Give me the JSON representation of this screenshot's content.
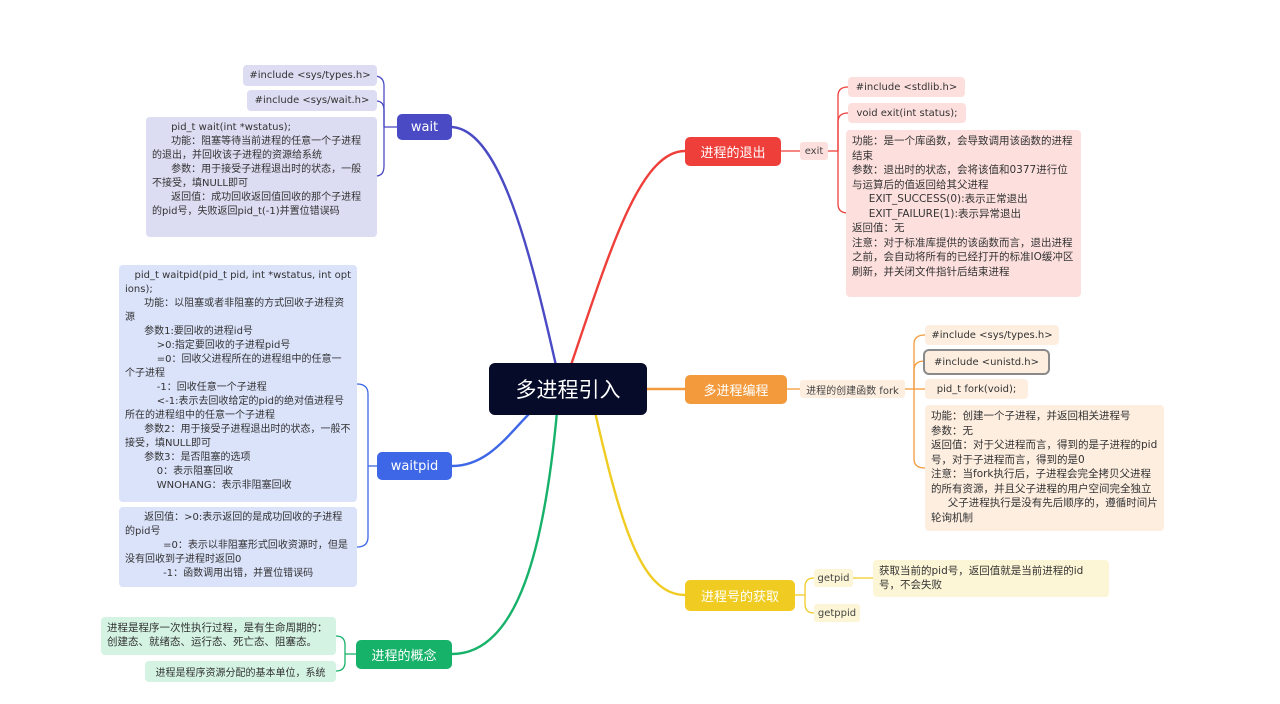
{
  "center": {
    "label": "多进程引入"
  },
  "wait": {
    "label": "wait",
    "include1": "#include <sys/types.h>",
    "include2": "#include <sys/wait.h>",
    "desc": "      pid_t wait(int *wstatus);\n      功能：阻塞等待当前进程的任意一个子进程的退出，并回收该子进程的资源给系统\n      参数：用于接受子进程退出时的状态，一般不接受，填NULL即可\n      返回值：成功回收返回值回收的那个子进程的pid号，失败返回pid_t(-1)并置位错误码",
    "color": "#4a4bc4"
  },
  "waitpid": {
    "label": "waitpid",
    "desc": "   pid_t waitpid(pid_t pid, int *wstatus, int options);\n      功能：以阻塞或者非阻塞的方式回收子进程资源\n      参数1:要回收的进程id号\n          >0:指定要回收的子进程pid号\n          =0：回收父进程所在的进程组中的任意一个子进程\n          -1：回收任意一个子进程\n          <-1:表示去回收给定的pid的绝对值进程号所在的进程组中的任意一个子进程\n      参数2：用于接受子进程退出时的状态，一般不接受，填NULL即可\n      参数3：是否阻塞的选项\n          0：表示阻塞回收\n          WNOHANG：表示非阻塞回收",
    "ret": "      返回值：>0:表示返回的是成功回收的子进程的pid号\n            =0：表示以非阻塞形式回收资源时，但是没有回收到子进程时返回0\n            -1：函数调用出错，并置位错误码",
    "color": "#3d67e6"
  },
  "concept": {
    "label": "进程的概念",
    "item1": "进程是程序一次性执行过程，是有生命周期的：创建态、就绪态、运行态、死亡态、阻塞态。",
    "item2": "进程是程序资源分配的基本单位，系统",
    "color": "#17b26a"
  },
  "exit_branch": {
    "label": "进程的退出",
    "sub": "exit",
    "include": "#include <stdlib.h>",
    "proto": "void exit(int status);",
    "desc": "功能：是一个库函数，会导致调用该函数的进程结束\n参数：退出时的状态，会将该值和0377进行位与运算后的值返回给其父进程\n     EXIT_SUCCESS(0):表示正常退出\n     EXIT_FAILURE(1):表示异常退出\n返回值：无\n注意：对于标准库提供的该函数而言，退出进程之前，会自动将所有的已经打开的标准IO缓冲区刷新，并关闭文件指针后结束进程",
    "color": "#ee3f3a"
  },
  "multi": {
    "label": "多进程编程",
    "sub": "进程的创建函数 fork",
    "include1": "#include <sys/types.h>",
    "include2": "#include <unistd.h>",
    "proto": "pid_t fork(void);",
    "desc": "功能：创建一个子进程，并返回相关进程号\n参数：无\n返回值：对于父进程而言，得到的是子进程的pid号，对于子进程而言，得到的是0\n注意：当fork执行后，子进程会完全拷贝父进程的所有资源，并且父子进程的用户空间完全独立\n     父子进程执行是没有先后顺序的，遵循时间片轮询机制",
    "color": "#f39a3c"
  },
  "getpid_branch": {
    "label": "进程号的获取",
    "sub1": "getpid",
    "sub2": "getppid",
    "desc": "获取当前的pid号，返回值就是当前进程的id号，不会失败",
    "color": "#f0cc23"
  }
}
